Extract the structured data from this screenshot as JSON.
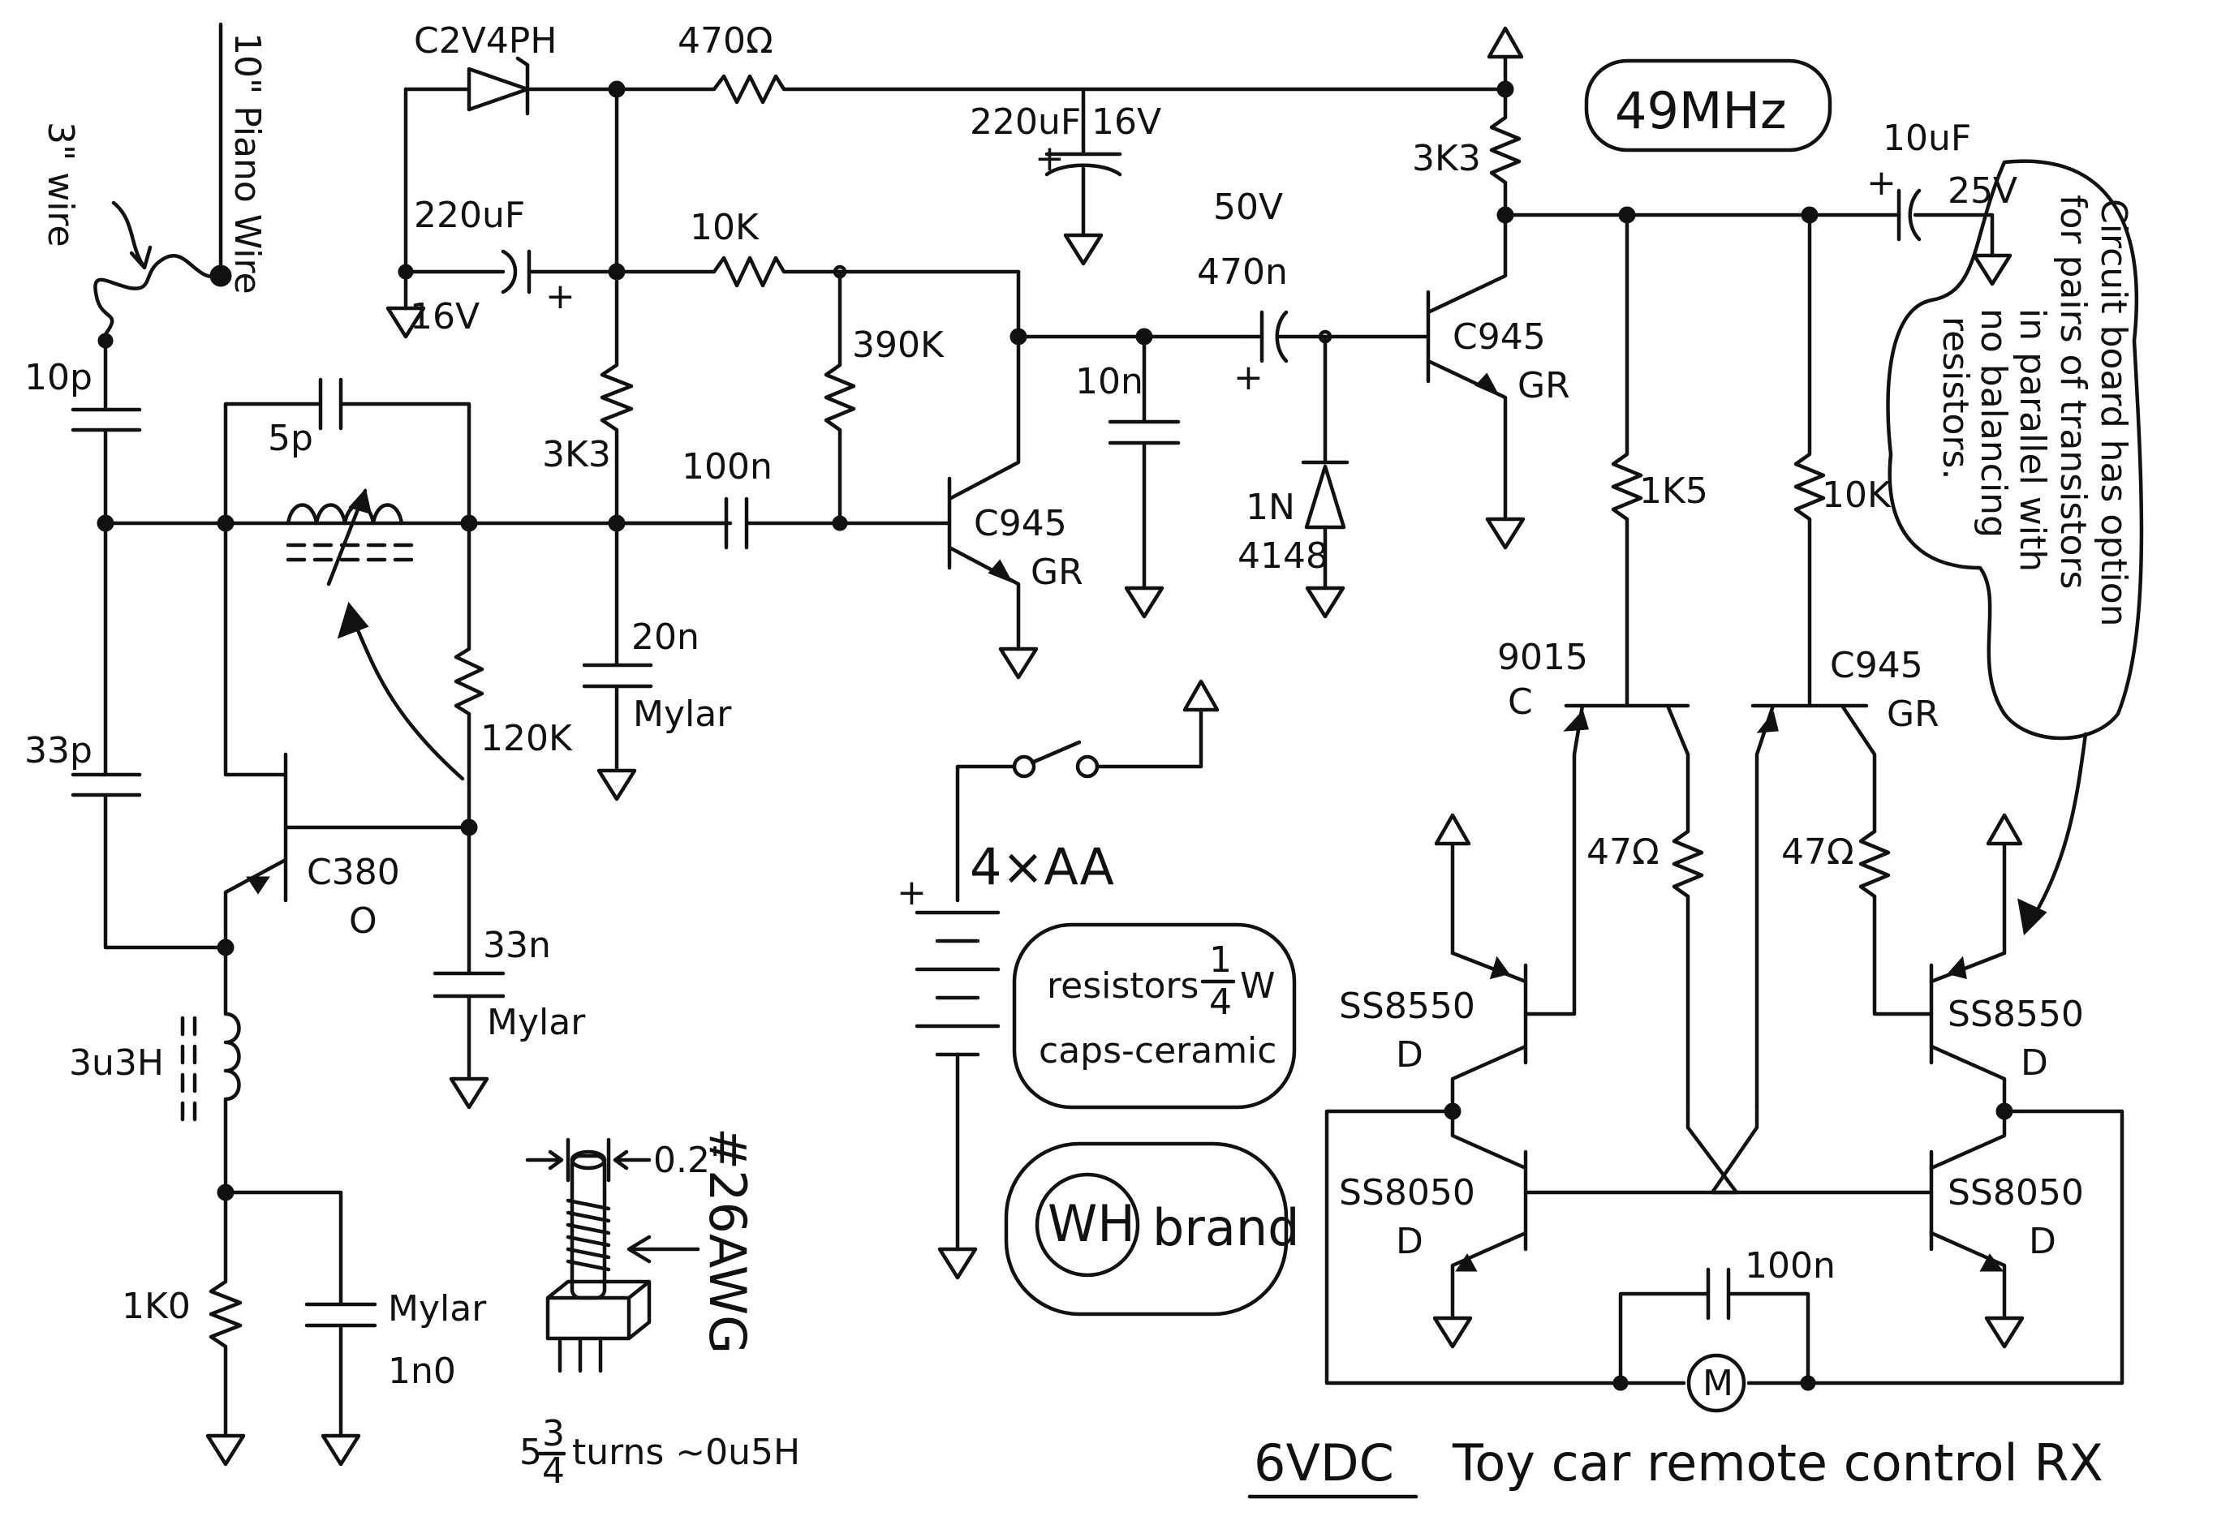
{
  "antenna": {
    "length": "10\" Piano Wire",
    "lead": "3\" wire"
  },
  "front_end": {
    "c_antenna": "10p",
    "c_feedback": "33p",
    "c_tune": "5p",
    "r_base": "120K",
    "c_base": "33n",
    "c_base_type": "Mylar",
    "transistor": "C380",
    "transistor_grade": "O",
    "choke": "3u3H",
    "r_emitter": "1K0",
    "c_emitter_type": "Mylar",
    "c_emitter": "1n0"
  },
  "supply_filter": {
    "zener": "C2V4PH",
    "r_feed": "470Ω",
    "cap": "220uF",
    "cap_voltage": "16V",
    "cap2": "220uF",
    "cap2_voltage": "16V",
    "r_divider": "3K3",
    "c_decouple": "20n",
    "c_decouple_type": "Mylar"
  },
  "amp1": {
    "r_collector": "10K",
    "r_bias": "390K",
    "c_couple": "100n",
    "transistor": "C945",
    "grade": "GR",
    "c_filter": "10n"
  },
  "amp2": {
    "cap_voltage": "50V",
    "cap": "470n",
    "diode_a": "1N",
    "diode_b": "4148",
    "r_collector": "3K3",
    "transistor": "C945",
    "grade": "GR"
  },
  "frequency": "49MHz",
  "output_cap": {
    "value": "10uF",
    "voltage": "25V"
  },
  "driver": {
    "r_left": "1K5",
    "r_right": "10K",
    "q_left": "9015",
    "q_left_grade": "C",
    "q_right": "C945",
    "q_right_grade": "GR",
    "r_base_left": "47Ω",
    "r_base_right": "47Ω",
    "pnp_left": "SS8550",
    "pnp_left_grade": "D",
    "pnp_right": "SS8550",
    "pnp_right_grade": "D",
    "npn_left": "SS8050",
    "npn_left_grade": "D",
    "npn_right": "SS8050",
    "npn_right_grade": "D",
    "motor": "M",
    "c_motor": "100n"
  },
  "battery": {
    "label": "4×AA",
    "plus": "+"
  },
  "notes": {
    "parts_a": "resistors",
    "parts_frac_num": "1",
    "parts_frac_den": "4",
    "parts_unit": "W",
    "parts_b": "caps-ceramic",
    "brand_logo": "WH",
    "brand": "brand",
    "callout": [
      "Circuit board has option",
      "for pairs of transistors",
      "in parallel with",
      "no balancing",
      "resistors."
    ]
  },
  "coil": {
    "gap": "0.2\"",
    "wire": "#26AWG",
    "turns_whole": "5",
    "turns_num": "3",
    "turns_den": "4",
    "turns_rest": "turns ~0u5H"
  },
  "footer": {
    "voltage": "6VDC",
    "title": "Toy car remote control RX"
  }
}
